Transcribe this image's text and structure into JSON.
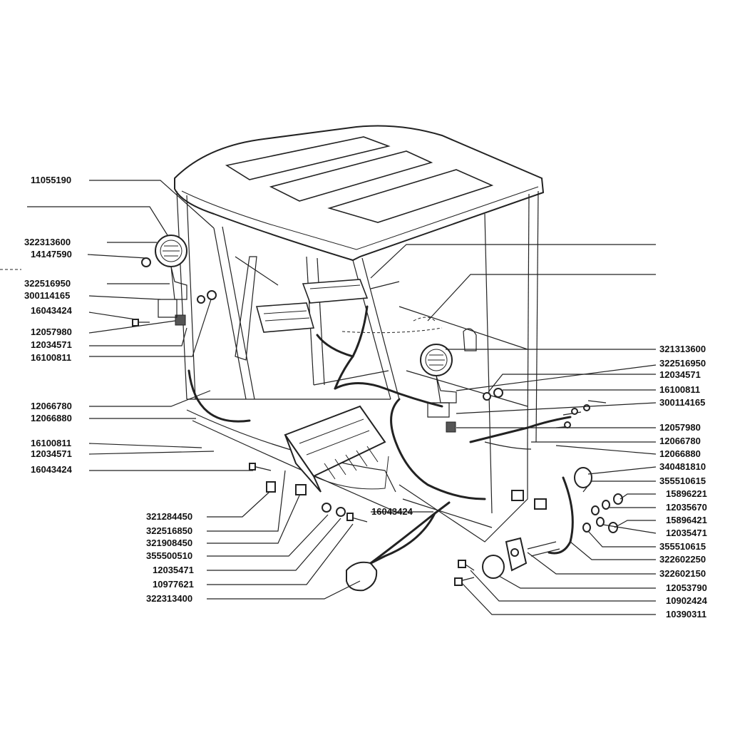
{
  "parts_left": [
    {
      "code": "11055190"
    },
    {
      "code": "322313600"
    },
    {
      "code": "14147590"
    },
    {
      "code": "322516950"
    },
    {
      "code": "300114165"
    },
    {
      "code": "16043424"
    },
    {
      "code": "12057980"
    },
    {
      "code": "12034571"
    },
    {
      "code": "16100811"
    },
    {
      "code": "12066780"
    },
    {
      "code": "12066880"
    },
    {
      "code": "16100811"
    },
    {
      "code": "12034571"
    },
    {
      "code": "16043424"
    }
  ],
  "parts_bottom_left": [
    {
      "code": "321284450"
    },
    {
      "code": "322516850"
    },
    {
      "code": "321908450"
    },
    {
      "code": "355500510"
    },
    {
      "code": "12035471"
    },
    {
      "code": "10977621"
    },
    {
      "code": "322313400"
    }
  ],
  "parts_center": [
    {
      "code": "16043424"
    }
  ],
  "parts_right": [
    {
      "code": "321313600"
    },
    {
      "code": "322516950"
    },
    {
      "code": "12034571"
    },
    {
      "code": "16100811"
    },
    {
      "code": "300114165"
    },
    {
      "code": "12057980"
    },
    {
      "code": "12066780"
    },
    {
      "code": "12066880"
    },
    {
      "code": "340481810"
    },
    {
      "code": "355510615"
    },
    {
      "code": "15896221"
    },
    {
      "code": "12035670"
    },
    {
      "code": "15896421"
    },
    {
      "code": "12035471"
    },
    {
      "code": "355510615"
    },
    {
      "code": "322602250"
    },
    {
      "code": "322602150"
    },
    {
      "code": "12053790"
    },
    {
      "code": "10902424"
    },
    {
      "code": "10390311"
    }
  ]
}
